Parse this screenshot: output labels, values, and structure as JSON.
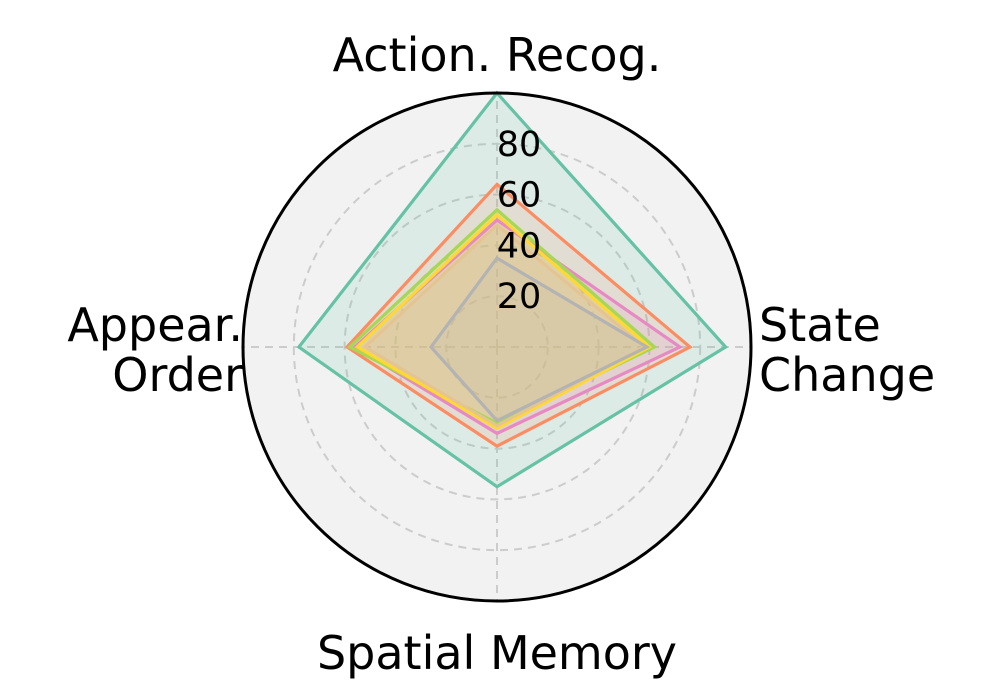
{
  "chart_data": {
    "type": "radar",
    "axes": [
      {
        "label_lines": [
          "Action. Recog."
        ]
      },
      {
        "label_lines": [
          "State",
          "Change"
        ]
      },
      {
        "label_lines": [
          "Spatial Memory"
        ]
      },
      {
        "label_lines": [
          "Appear.",
          "Order"
        ]
      }
    ],
    "rlim": [
      0,
      100
    ],
    "ticks": [
      20,
      40,
      60,
      80
    ],
    "tick_labels": [
      "20",
      "40",
      "60",
      "80"
    ],
    "grid": true,
    "background_color": "#f2f2f2",
    "series": [
      {
        "color": "#66c2a5",
        "values": [
          100,
          90,
          55,
          78
        ]
      },
      {
        "color": "#fc8d62",
        "values": [
          64,
          76,
          39,
          59
        ]
      },
      {
        "color": "#e78ac3",
        "values": [
          50,
          72,
          34,
          56
        ]
      },
      {
        "color": "#a6d854",
        "values": [
          54,
          62,
          30,
          58
        ]
      },
      {
        "color": "#ffd92f",
        "values": [
          52,
          60,
          32,
          55
        ]
      },
      {
        "color": "#e5c494",
        "values": [
          48,
          58,
          31,
          52
        ]
      },
      {
        "color": "#b3b3b3",
        "values": [
          35,
          59,
          29,
          26
        ]
      }
    ]
  }
}
